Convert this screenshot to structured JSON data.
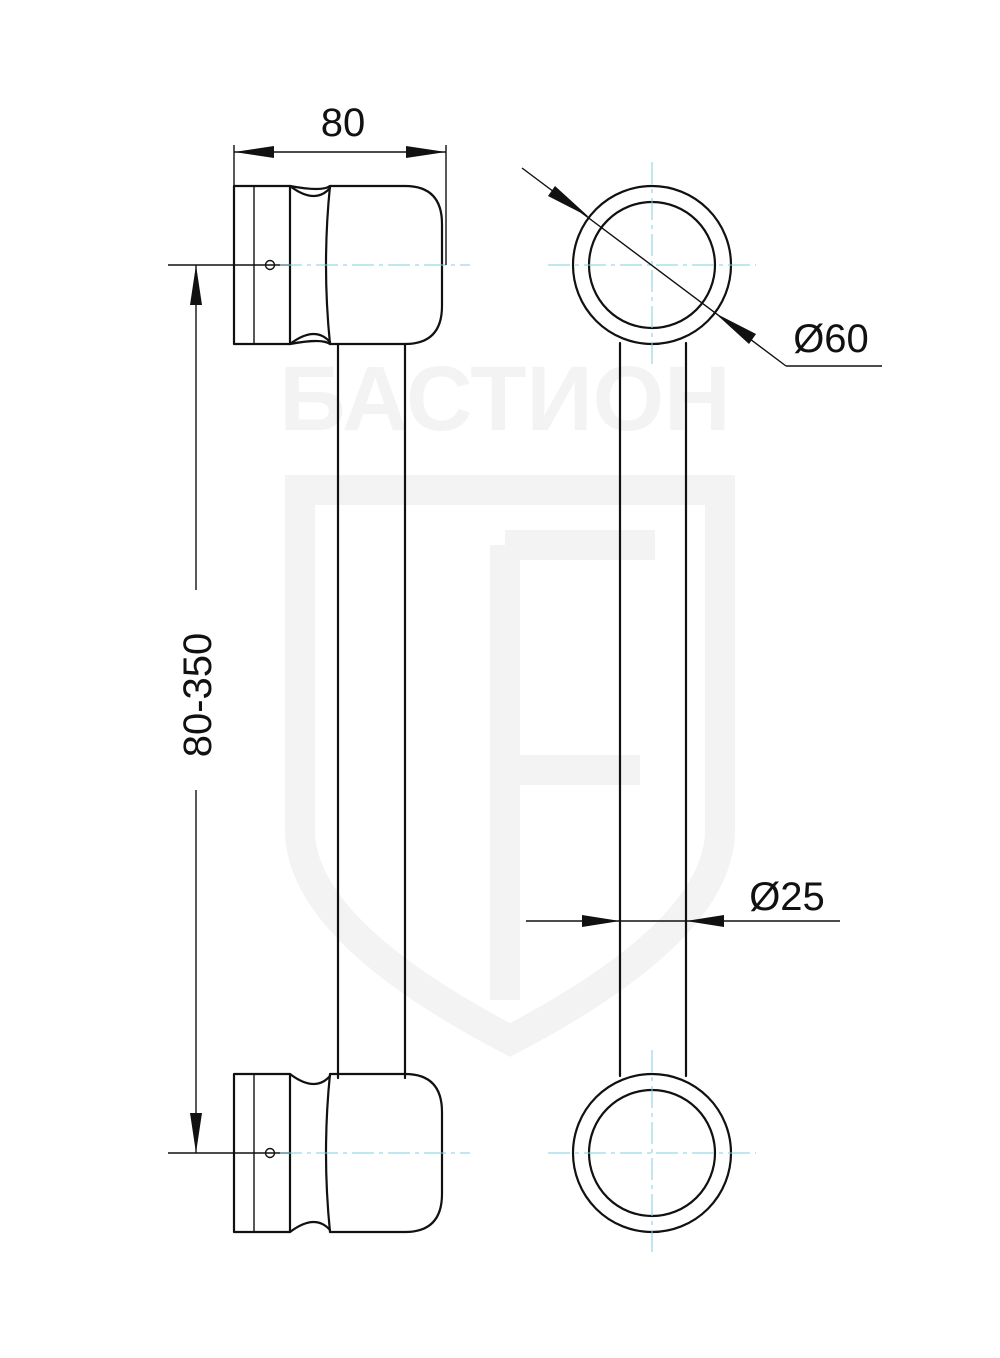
{
  "watermark": "БАСТИОН",
  "dimensions": {
    "width": "80",
    "center_distance": "80-350",
    "standoff_diameter": "Ø60",
    "bar_diameter": "Ø25"
  }
}
